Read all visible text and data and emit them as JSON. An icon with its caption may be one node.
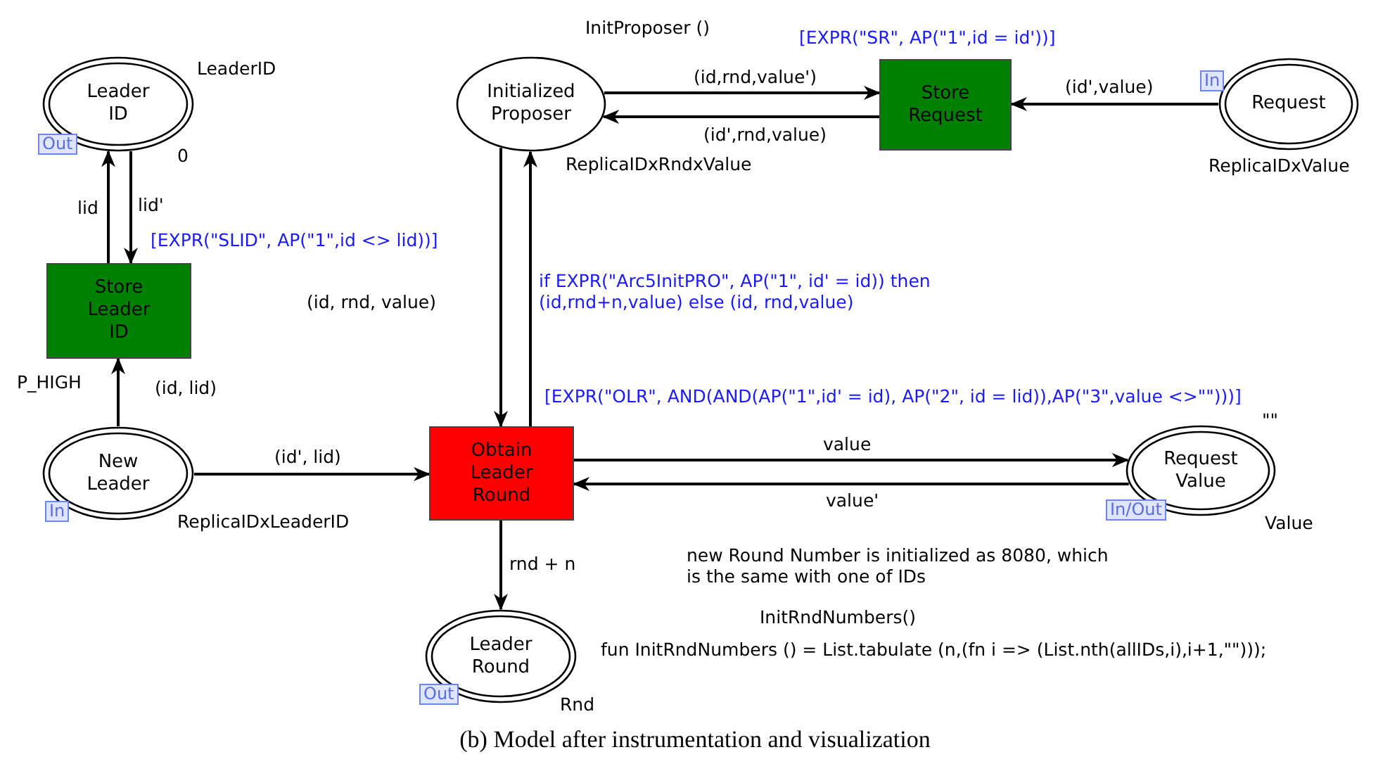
{
  "diagram": {
    "caption": "(b) Model after instrumentation and visualization",
    "nodes": [
      {
        "text": [
          "Leader ID"
        ],
        "beside": [
          "Out",
          "LeaderID",
          "0"
        ]
      },
      {
        "text": [
          "Initialized Proposer"
        ],
        "beside": [
          "InitProposer ()",
          "ReplicaIDxRndxValue"
        ]
      },
      {
        "text": [
          "Store Request"
        ],
        "beside": [
          "[EXPR(\"SR\", AP(\"1\",id = id'))]"
        ]
      },
      {
        "text": [
          "Request"
        ],
        "beside": [
          "In",
          "ReplicaIDxValue"
        ]
      },
      {
        "text": [
          "Store Leader ID"
        ],
        "beside": [
          "[EXPR(\"SLID\", AP(\"1\",id <> lid))]",
          "P_HIGH"
        ]
      },
      {
        "text": [
          "New Leader"
        ],
        "beside": [
          "In",
          "ReplicaIDxLeaderID"
        ]
      },
      {
        "text": [
          "Obtain Leader Round"
        ],
        "beside": [
          "[EXPR(\"OLR\", AND(AND(AP(\"1\",id' = id), AP(\"2\", id = lid)),AP(\"3\",value <>\"\")))]"
        ]
      },
      {
        "text": [
          "Request Value"
        ],
        "beside": [
          "In/Out",
          "\"\"",
          "Value"
        ]
      },
      {
        "text": [
          "Leader Round"
        ],
        "beside": [
          "Out",
          "Rnd"
        ]
      }
    ],
    "edges": [
      {
        "from": 4,
        "to": 0,
        "arrow": "to",
        "label": "lid"
      },
      {
        "from": 0,
        "to": 4,
        "arrow": "to",
        "label": "lid'"
      },
      {
        "from": 5,
        "to": 4,
        "arrow": "to",
        "label": "(id, lid)"
      },
      {
        "from": 1,
        "to": 2,
        "arrow": "to",
        "label": "(id,rnd,value')"
      },
      {
        "from": 2,
        "to": 1,
        "arrow": "to",
        "label": "(id',rnd,value)"
      },
      {
        "from": 3,
        "to": 2,
        "arrow": "to",
        "label": "(id',value)"
      },
      {
        "from": 1,
        "to": 6,
        "arrow": "to",
        "label": "(id, rnd, value)"
      },
      {
        "from": 6,
        "to": 1,
        "arrow": "to",
        "label": "if EXPR(\"Arc5InitPRO\", AP(\"1\", id' = id)) then (id,rnd+n,value) else (id, rnd,value)"
      },
      {
        "from": 5,
        "to": 6,
        "arrow": "to",
        "label": "(id', lid)"
      },
      {
        "from": 6,
        "to": 7,
        "arrow": "to",
        "label": "value"
      },
      {
        "from": 7,
        "to": 6,
        "arrow": "to",
        "label": "value'"
      },
      {
        "from": 6,
        "to": 8,
        "arrow": "to",
        "label": "rnd + n"
      }
    ],
    "labels": [
      "new Round Number is initialized as 8080, which is the same with one of IDs",
      "InitRndNumbers()",
      "fun InitRndNumbers () = List.tabulate (n,(fn i => (List.nth(allIDs,i),i+1,\"\")));"
    ]
  }
}
